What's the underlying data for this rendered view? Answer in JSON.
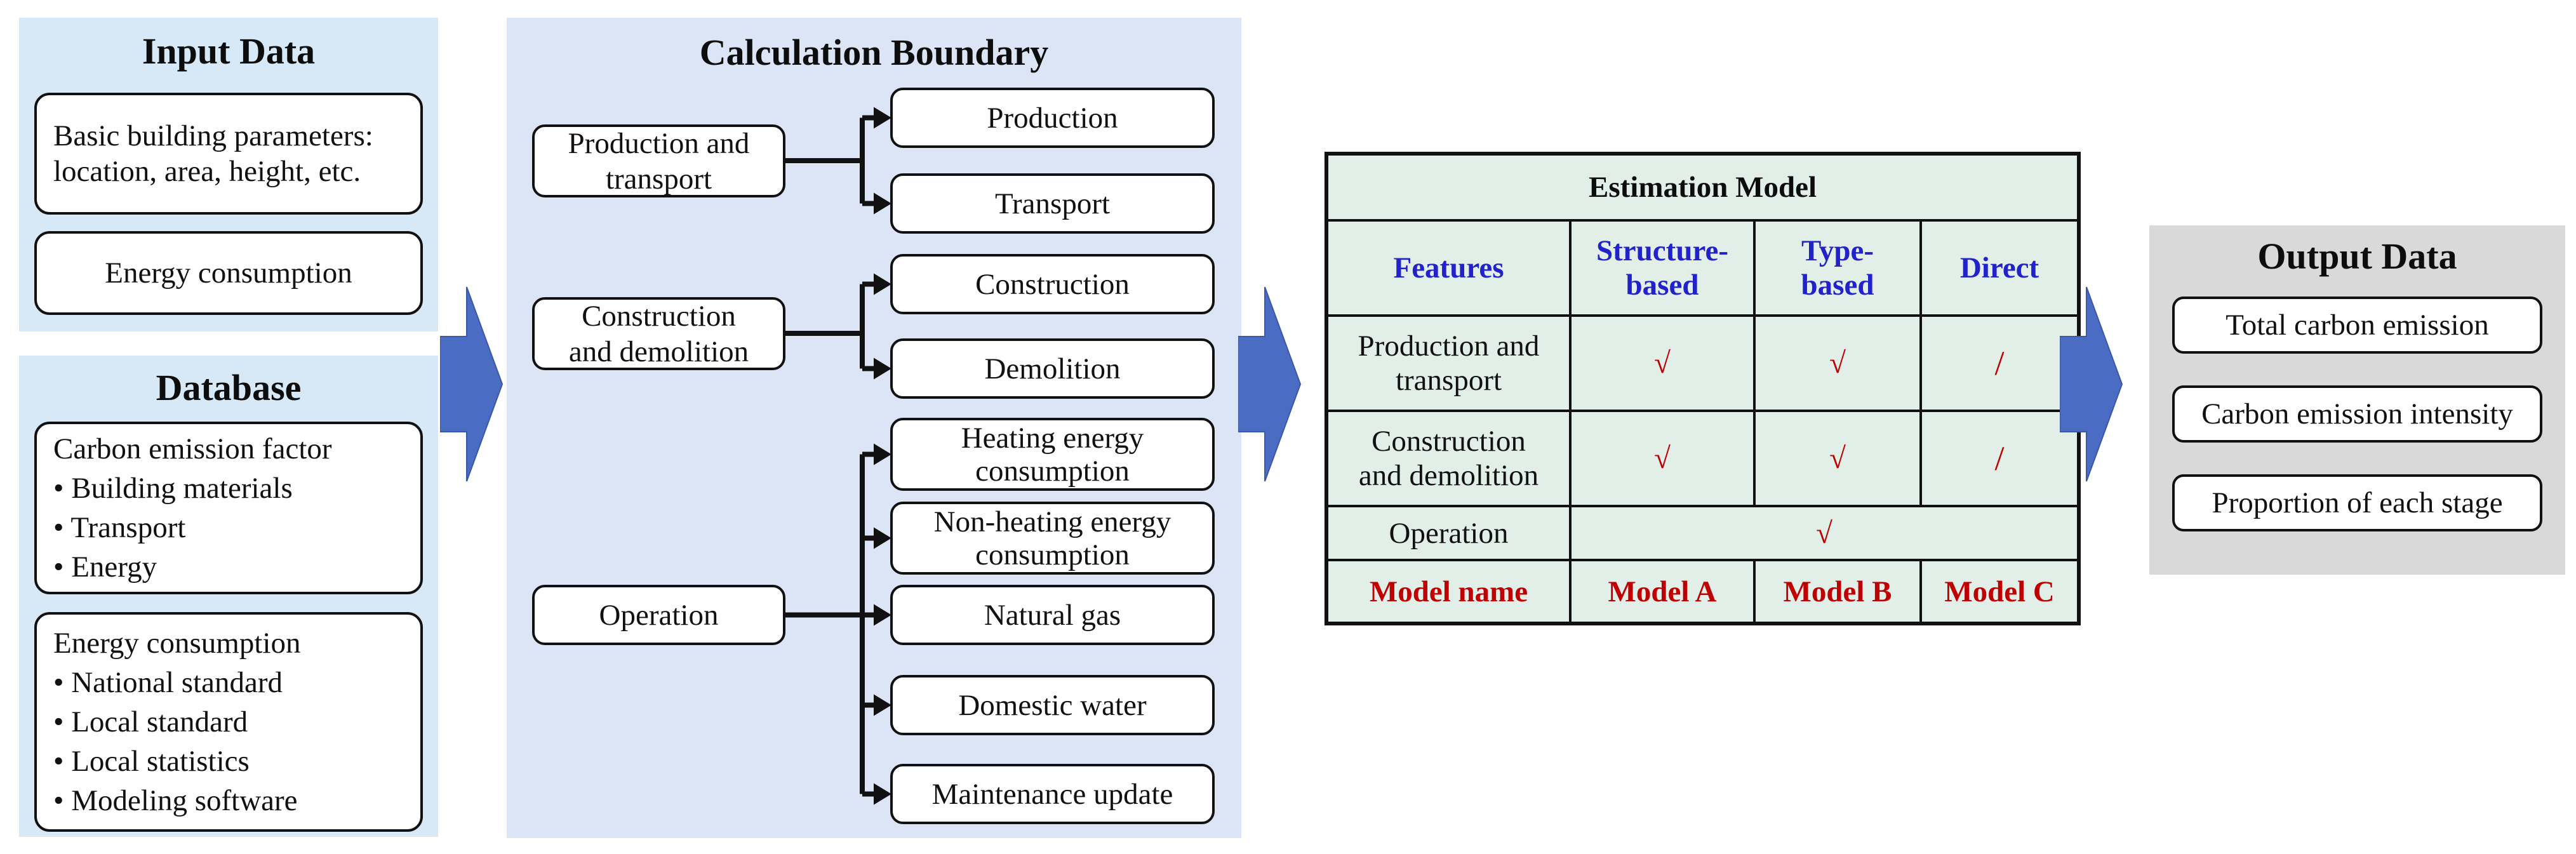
{
  "colors": {
    "panel_light_blue": "#d7e9f6",
    "panel_periwinkle": "#dce5f5",
    "table_green": "#e2efe8",
    "panel_gray": "#d9d9d9",
    "arrow_blue": "#4a6cc2",
    "header_blue": "#2222cb",
    "mark_red": "#c00000"
  },
  "input": {
    "title": "Input Data",
    "box1": "Basic building parameters:\nlocation, area, height, etc.",
    "box2": "Energy consumption"
  },
  "database": {
    "title": "Database",
    "box1": {
      "heading": "Carbon emission factor",
      "bullets": [
        "• Building materials",
        "• Transport",
        "• Energy"
      ]
    },
    "box2": {
      "heading": "Energy consumption",
      "bullets": [
        "• National standard",
        "• Local standard",
        "• Local statistics",
        "• Modeling software"
      ]
    }
  },
  "calc": {
    "title": "Calculation Boundary",
    "left_boxes": [
      "Production and\ntransport",
      "Construction\nand demolition",
      "Operation"
    ],
    "right_boxes": [
      "Production",
      "Transport",
      "Construction",
      "Demolition",
      "Heating energy\nconsumption",
      "Non-heating energy\nconsumption",
      "Natural gas",
      "Domestic water",
      "Maintenance update"
    ]
  },
  "estimation": {
    "title": "Estimation Model",
    "columns": [
      "Features",
      "Structure-\nbased",
      "Type-\nbased",
      "Direct"
    ],
    "rows": [
      {
        "feature": "Production and\ntransport",
        "marks": [
          "√",
          "√",
          "/"
        ]
      },
      {
        "feature": "Construction\nand demolition",
        "marks": [
          "√",
          "√",
          "/"
        ]
      }
    ],
    "operation_row": {
      "feature": "Operation",
      "mark": "√"
    },
    "model_row": {
      "label": "Model name",
      "values": [
        "Model A",
        "Model B",
        "Model C"
      ]
    }
  },
  "output": {
    "title": "Output Data",
    "boxes": [
      "Total carbon emission",
      "Carbon emission intensity",
      "Proportion of each stage"
    ]
  }
}
